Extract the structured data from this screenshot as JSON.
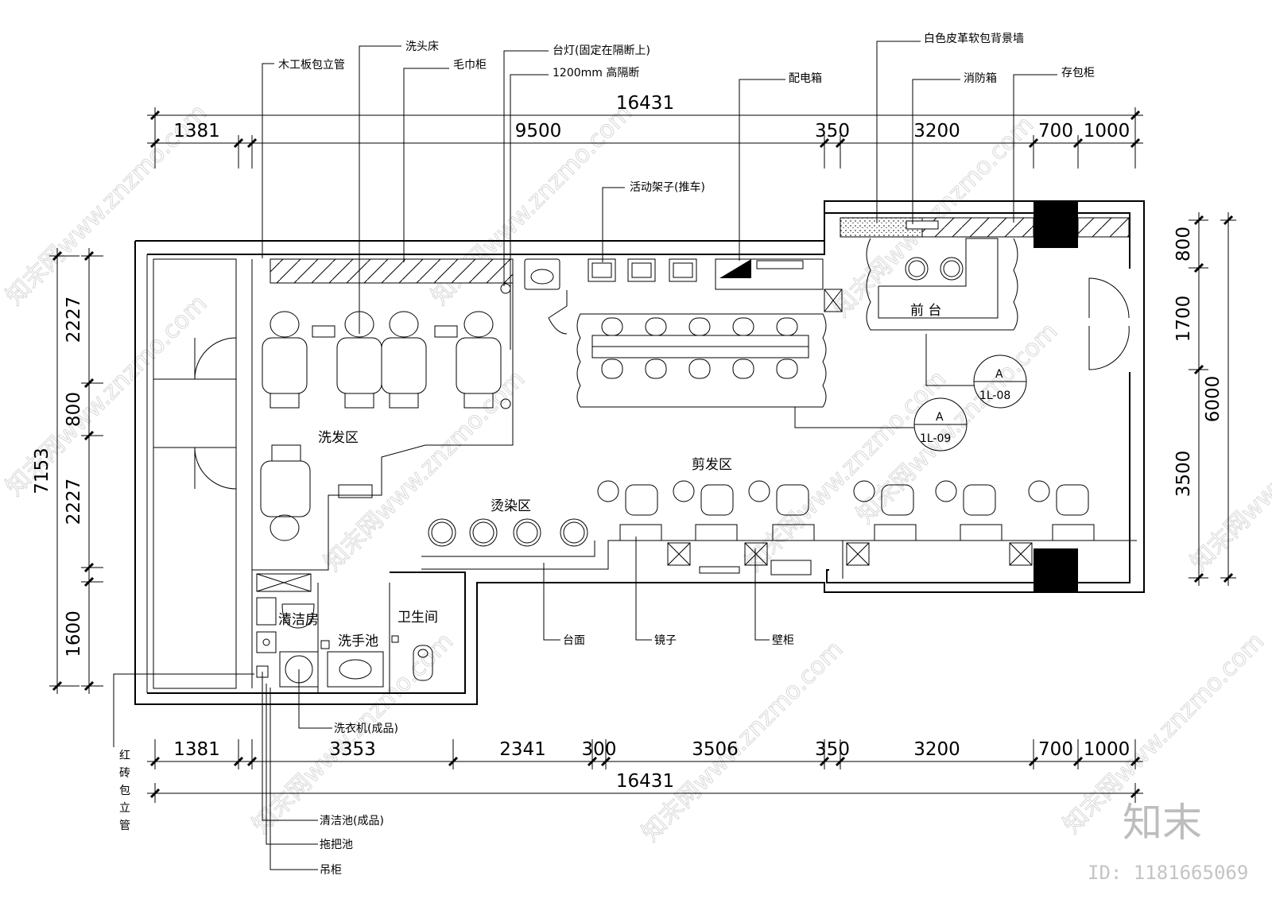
{
  "labels": {
    "top": {
      "wood_pipe": "木工板包立管",
      "wash_bed": "洗头床",
      "towel_cabinet": "毛巾柜",
      "desk_lamp": "台灯(固定在隔断上)",
      "partition": "1200mm 高隔断",
      "cart": "活动架子(推车)",
      "power_box": "配电箱",
      "leather_wall": "白色皮革软包背景墙",
      "fire_box": "消防箱",
      "locker": "存包柜"
    },
    "rooms": {
      "front_desk": "前 台",
      "wash_area": "洗发区",
      "cut_area": "剪发区",
      "perm_area": "烫染区",
      "cleaning_room": "清洁房",
      "hand_basin": "洗手池",
      "toilet": "卫生间"
    },
    "callouts": [
      {
        "letter": "A",
        "ref": "1L-08"
      },
      {
        "letter": "A",
        "ref": "1L-09"
      }
    ],
    "bottom": {
      "counter": "台面",
      "mirror": "镜子",
      "wall_cabinet": "壁柜",
      "washer": "洗衣机(成品)",
      "brick_pipe": "红砖包立管",
      "clean_sink": "清洁池(成品)",
      "mop_sink": "拖把池",
      "hanging_cabinet": "吊柜"
    }
  },
  "dimensions": {
    "top_total": "16431",
    "top_segments": [
      "1381",
      "9500",
      "350",
      "3200",
      "700",
      "1000"
    ],
    "bottom_segments": [
      "1381",
      "3353",
      "2341",
      "300",
      "3506",
      "350",
      "3200",
      "700",
      "1000"
    ],
    "bottom_total": "16431",
    "left_total": "7153",
    "left_segments": [
      "2227",
      "800",
      "2227",
      "1600"
    ],
    "right_total": "6000",
    "right_segments": [
      "800",
      "1700",
      "3500"
    ]
  },
  "watermark": {
    "text": "知末网www.znzmo.com",
    "brand": "知末",
    "id": "ID: 1181665069"
  }
}
